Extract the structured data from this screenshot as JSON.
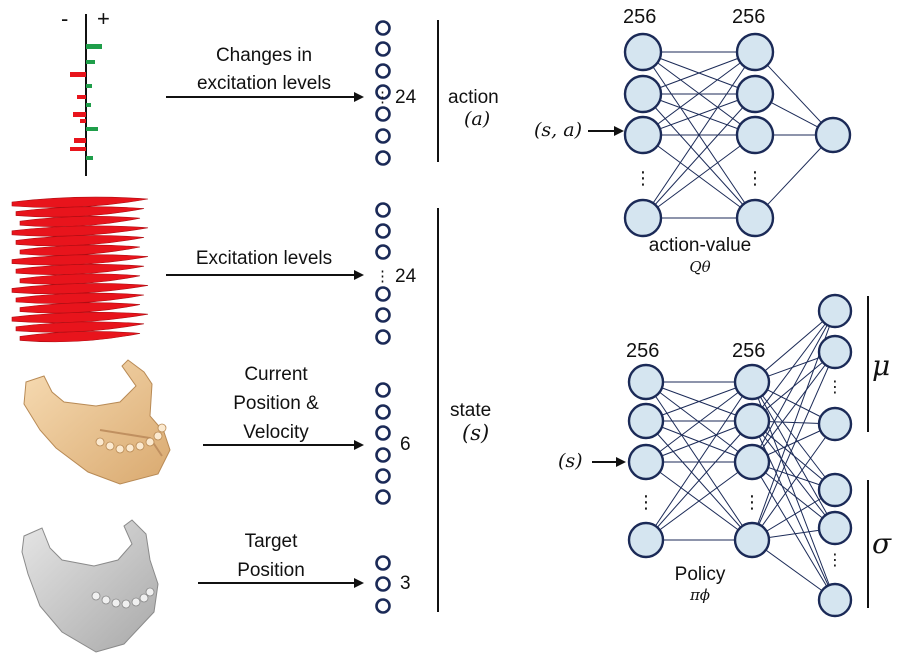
{
  "sign_labels": {
    "minus": "-",
    "plus": "+"
  },
  "arrows": {
    "changes_line1": "Changes in",
    "changes_line2": "excitation levels",
    "excitation": "Excitation levels",
    "current_line1": "Current",
    "current_line2": "Position &",
    "current_line3": "Velocity",
    "target_line1": "Target",
    "target_line2": "Position"
  },
  "vectors": {
    "action_count": "24",
    "excitation_count": "24",
    "posvel_count": "6",
    "target_count": "3",
    "ellipsis": "⋮"
  },
  "brackets": {
    "action_label": "action",
    "action_symbol": "(a)",
    "state_label": "state",
    "state_symbol": "(s)"
  },
  "critic": {
    "layer1": "256",
    "layer2": "256",
    "input": "(s, a)",
    "name": "action-value",
    "symbol": "Qθ"
  },
  "policy": {
    "layer1": "256",
    "layer2": "256",
    "input": "(s)",
    "name": "Policy",
    "symbol": "πϕ",
    "mu": "μ",
    "sigma": "σ"
  },
  "colors": {
    "node_fill": "#d5e5f0",
    "node_stroke": "#1b2a57",
    "edge": "#1b2a57",
    "muscle_red": "#e8141c",
    "bar_green": "#1f9e4a",
    "bone_tan": "#f2cc9a",
    "bone_gray": "#c8c8c8"
  }
}
